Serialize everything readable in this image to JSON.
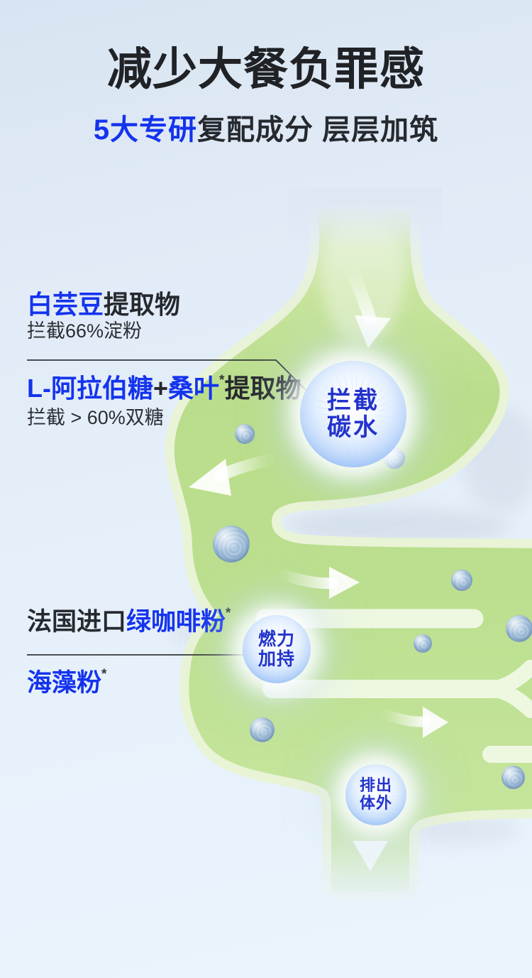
{
  "header": {
    "title": "减少大餐负罪感",
    "subtitle_accent": "5大专研",
    "subtitle_rest": "复配成分 层层加筑"
  },
  "ingredients": {
    "i1": {
      "accent": "白芸豆",
      "rest": "提取物",
      "desc": "拦截66%淀粉"
    },
    "i2": {
      "accent1": "L-阿拉伯糖",
      "plus": "+",
      "accent2": "桑叶",
      "star": "*",
      "rest": "提取物",
      "desc": "拦截 > 60%双糖"
    },
    "i3": {
      "prefix": "法国进口",
      "accent": "绿咖啡粉",
      "star": "*"
    },
    "i4": {
      "accent": "海藻粉",
      "star": "*"
    }
  },
  "badges": {
    "block_carbs": {
      "line1": "拦截",
      "line2": "碳水"
    },
    "burn_boost": {
      "line1": "燃力",
      "line2": "加持"
    },
    "excrete": {
      "line1": "排出",
      "line2": "体外"
    }
  },
  "colors": {
    "accent_blue": "#1433ee",
    "badge_text_blue": "#2433cc",
    "title_dark": "#202226",
    "body_dark": "#2b2e33",
    "tube_green": "#bade8c",
    "tube_outline": "#e9f3d6",
    "background_top": "#d8e4f1",
    "background_bottom": "#eaf4fd"
  }
}
